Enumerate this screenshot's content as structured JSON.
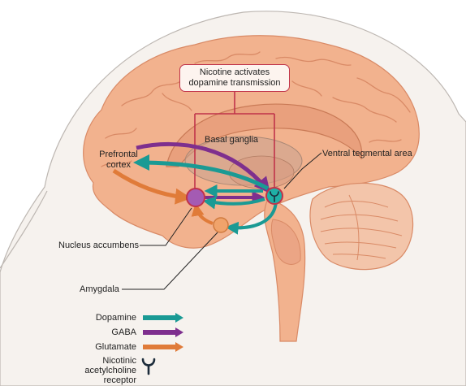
{
  "callout": {
    "line1": "Nicotine activates",
    "line2": "dopamine transmission"
  },
  "labels": {
    "basal_ganglia": "Basal ganglia",
    "ventral_tegmental_area": "Ventral tegmental area",
    "prefrontal_line1": "Prefrontal",
    "prefrontal_line2": "cortex",
    "nucleus_accumbens": "Nucleus accumbens",
    "amygdala": "Amygdala"
  },
  "legend": {
    "items": [
      {
        "label": "Dopamine",
        "color": "#1a9a94"
      },
      {
        "label": "GABA",
        "color": "#7e2f8e"
      },
      {
        "label": "Glutamate",
        "color": "#e07b39"
      }
    ],
    "receptor_line1": "Nicotinic",
    "receptor_line2": "acetylcholine",
    "receptor_line3": "receptor",
    "receptor_icon": "receptor-icon"
  },
  "colors": {
    "brain": "#f2b28e",
    "brain_edge": "#d98a66",
    "callout_line": "#c0334a",
    "dopamine": "#1a9a94",
    "gaba": "#7e2f8e",
    "glutamate": "#e07b39"
  }
}
